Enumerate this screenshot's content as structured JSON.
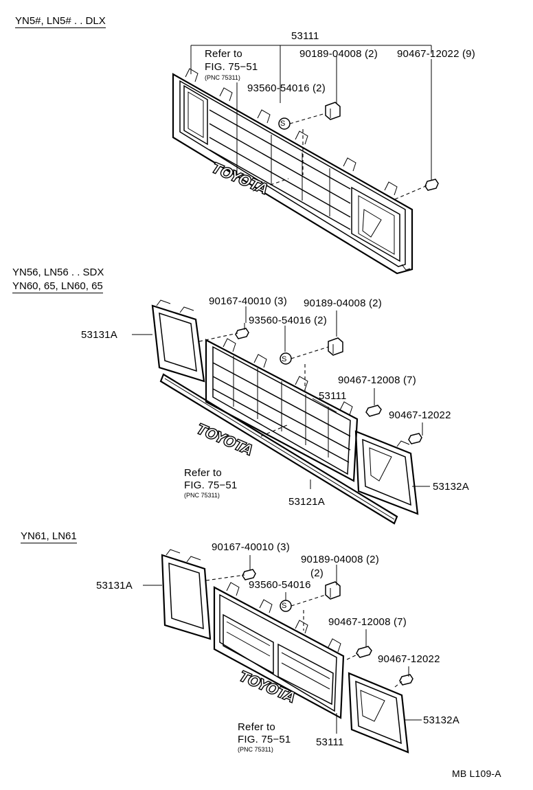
{
  "sections": [
    {
      "header_lines": [
        "YN5#, LN5# . . DLX"
      ],
      "labels": {
        "grille": "53111",
        "refer_to": "Refer to",
        "fig": "FIG. 75−51",
        "pnc": "(PNC 75311)",
        "clip_a": "90189-04008 (2)",
        "clip_b": "90467-12022 (9)",
        "nut": "93560-54016 (2)"
      }
    },
    {
      "header_lines": [
        "YN56, LN56 . . SDX",
        "YN60, 65, LN60, 65"
      ],
      "labels": {
        "bolt": "90167-40010 (3)",
        "clip_a": "90189-04008 (2)",
        "nut": "93560-54016 (2)",
        "left_door": "53131A",
        "grille": "53111",
        "clip_c": "90467-12008 (7)",
        "clip_b": "90467-12022",
        "refer_to": "Refer to",
        "fig": "FIG. 75−51",
        "pnc": "(PNC 75311)",
        "moulding": "53121A",
        "right_door": "53132A"
      }
    },
    {
      "header_lines": [
        "YN61, LN61"
      ],
      "labels": {
        "bolt": "90167-40010 (3)",
        "clip_a": "90189-04008 (2)",
        "nut_qty": "(2)",
        "nut": "93560-54016",
        "left_door": "53131A",
        "clip_c": "90467-12008 (7)",
        "clip_b": "90467-12022",
        "right_door": "53132A",
        "refer_to": "Refer to",
        "fig": "FIG. 75−51",
        "pnc": "(PNC 75311)",
        "grille": "53111"
      }
    }
  ],
  "emblem_text": "TOYOTA",
  "s_symbol": "S",
  "footer_code": "MB L109-A"
}
